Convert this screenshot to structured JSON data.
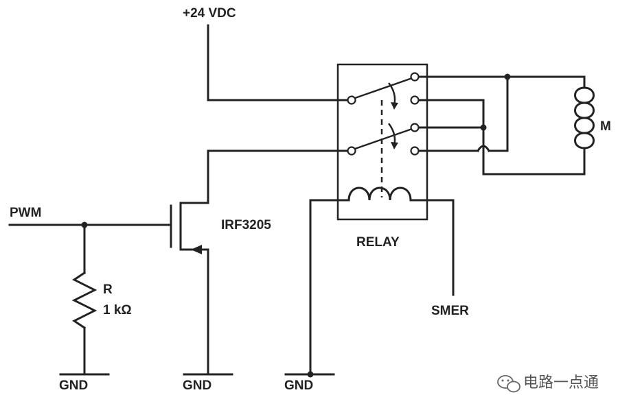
{
  "labels": {
    "supply": "+24 VDC",
    "pwm": "PWM",
    "resistor_name": "R",
    "resistor_value": "1 kΩ",
    "transistor": "IRF3205",
    "relay": "RELAY",
    "motor": "M",
    "smer": "SMER",
    "gnd_left": "GND",
    "gnd_mosfet": "GND",
    "gnd_relay": "GND"
  },
  "watermark": {
    "text": "电路一点通",
    "icon": "wechat-icon"
  },
  "colors": {
    "ink": "#222222",
    "background": "#ffffff",
    "watermark": "#555555"
  }
}
